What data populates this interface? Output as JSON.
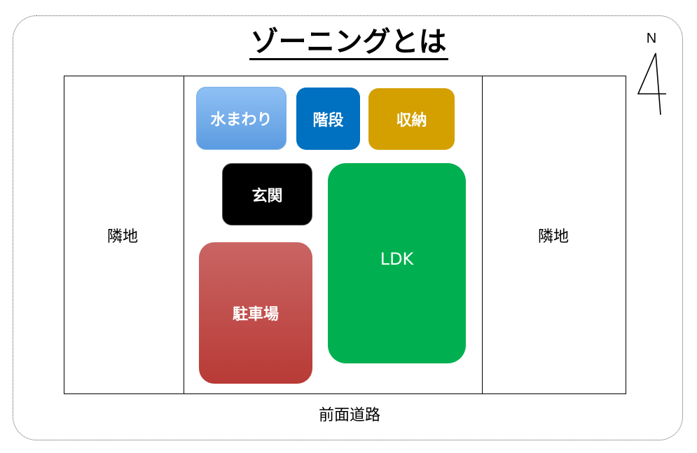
{
  "title": "ゾーニングとは",
  "compass": {
    "label": "N"
  },
  "plot": {
    "neighbor_left": "隣地",
    "neighbor_right": "隣地",
    "road": "前面道路"
  },
  "zones": {
    "water": {
      "label": "水まわり",
      "color": "#6fa9e6"
    },
    "stairs": {
      "label": "階段",
      "color": "#0070c0"
    },
    "storage": {
      "label": "収納",
      "color": "#d4a000"
    },
    "entrance": {
      "label": "玄関",
      "color": "#000000"
    },
    "ldk": {
      "label": "LDK",
      "color": "#00b050"
    },
    "parking": {
      "label": "駐車場",
      "color": "#c0504d"
    }
  }
}
